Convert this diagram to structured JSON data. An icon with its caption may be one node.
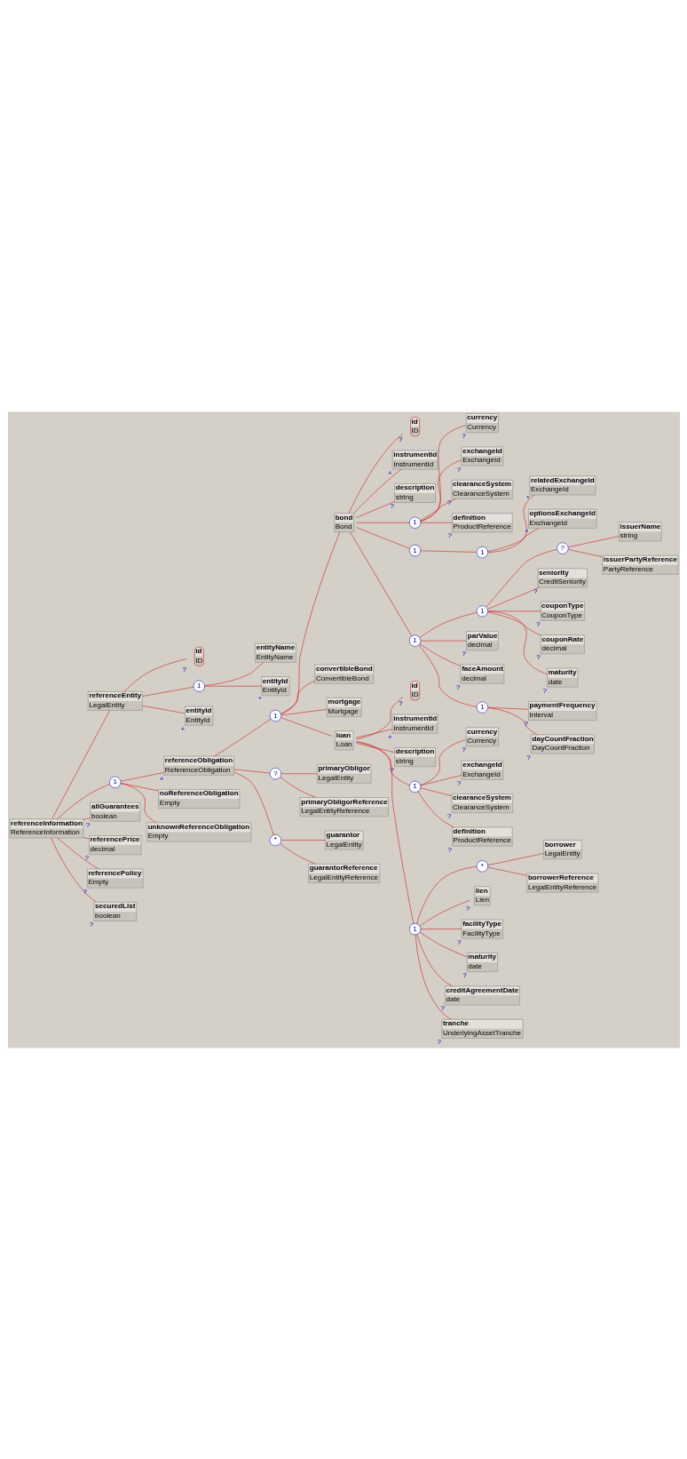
{
  "diagram": {
    "nodes": [
      {
        "text": [
          "referenceInformation",
          "ReferenceInformation"
        ]
      },
      {
        "text": [
          "referenceEntity",
          "LegalEntity"
        ]
      },
      {
        "text": [
          "id",
          "ID"
        ],
        "beside": [
          "?"
        ]
      },
      {
        "text": [
          "1"
        ]
      },
      {
        "text": [
          "entityName",
          "EntityName"
        ]
      },
      {
        "text": [
          "entityId",
          "EntityId"
        ],
        "beside": [
          "*"
        ]
      },
      {
        "text": [
          "entityId",
          "EntityId"
        ],
        "beside": [
          "+"
        ]
      },
      {
        "text": [
          "1"
        ]
      },
      {
        "text": [
          "referenceObligation",
          "ReferenceObligation"
        ],
        "beside": [
          "+"
        ]
      },
      {
        "text": [
          "1"
        ]
      },
      {
        "text": [
          "bond",
          "Bond"
        ]
      },
      {
        "text": [
          "id",
          "ID"
        ],
        "beside": [
          "?"
        ]
      },
      {
        "text": [
          "instrumentId",
          "InstrumentId"
        ],
        "beside": [
          "+"
        ]
      },
      {
        "text": [
          "description",
          "string"
        ],
        "beside": [
          "?"
        ]
      },
      {
        "text": [
          "1"
        ]
      },
      {
        "text": [
          "currency",
          "Currency"
        ],
        "beside": [
          "?"
        ]
      },
      {
        "text": [
          "exchangeId",
          "ExchangeId"
        ],
        "beside": [
          "?"
        ]
      },
      {
        "text": [
          "clearanceSystem",
          "ClearanceSystem"
        ],
        "beside": [
          "?"
        ]
      },
      {
        "text": [
          "definition",
          "ProductReference"
        ],
        "beside": [
          "?"
        ]
      },
      {
        "text": [
          "1"
        ]
      },
      {
        "text": [
          "1"
        ]
      },
      {
        "text": [
          "relatedExchangeId",
          "ExchangeId"
        ],
        "beside": [
          "*"
        ]
      },
      {
        "text": [
          "optionsExchangeId",
          "ExchangeId"
        ],
        "beside": [
          "*"
        ]
      },
      {
        "text": [
          "1"
        ]
      },
      {
        "text": [
          "1"
        ]
      },
      {
        "text": [
          "?"
        ]
      },
      {
        "text": [
          "issuerName",
          "string"
        ]
      },
      {
        "text": [
          "issuerPartyReference",
          "PartyReference"
        ]
      },
      {
        "text": [
          "seniority",
          "CreditSeniority"
        ],
        "beside": [
          "?"
        ]
      },
      {
        "text": [
          "couponType",
          "CouponType"
        ],
        "beside": [
          "?"
        ]
      },
      {
        "text": [
          "couponRate",
          "decimal"
        ],
        "beside": [
          "?"
        ]
      },
      {
        "text": [
          "maturity",
          "date"
        ],
        "beside": [
          "?"
        ]
      },
      {
        "text": [
          "parValue",
          "decimal"
        ],
        "beside": [
          "?"
        ]
      },
      {
        "text": [
          "faceAmount",
          "decimal"
        ],
        "beside": [
          "?"
        ]
      },
      {
        "text": [
          "1"
        ]
      },
      {
        "text": [
          "paymentFrequency",
          "Interval"
        ],
        "beside": [
          "?"
        ]
      },
      {
        "text": [
          "dayCountFraction",
          "DayCountFraction"
        ],
        "beside": [
          "?"
        ]
      },
      {
        "text": [
          "convertibleBond",
          "ConvertibleBond"
        ]
      },
      {
        "text": [
          "mortgage",
          "Mortgage"
        ]
      },
      {
        "text": [
          "loan",
          "Loan"
        ]
      },
      {
        "text": [
          "id",
          "ID"
        ],
        "beside": [
          "?"
        ]
      },
      {
        "text": [
          "instrumentId",
          "InstrumentId"
        ],
        "beside": [
          "+"
        ]
      },
      {
        "text": [
          "description",
          "string"
        ],
        "beside": [
          "?"
        ]
      },
      {
        "text": [
          "1"
        ]
      },
      {
        "text": [
          "currency",
          "Currency"
        ],
        "beside": [
          "?"
        ]
      },
      {
        "text": [
          "exchangeId",
          "ExchangeId"
        ],
        "beside": [
          "?"
        ]
      },
      {
        "text": [
          "clearanceSystem",
          "ClearanceSystem"
        ],
        "beside": [
          "?"
        ]
      },
      {
        "text": [
          "definition",
          "ProductReference"
        ],
        "beside": [
          "?"
        ]
      },
      {
        "text": [
          "1"
        ]
      },
      {
        "text": [
          "*"
        ]
      },
      {
        "text": [
          "borrower",
          "LegalEntity"
        ]
      },
      {
        "text": [
          "borrowerReference",
          "LegalEntityReference"
        ]
      },
      {
        "text": [
          "lien",
          "Lien"
        ],
        "beside": [
          "?"
        ]
      },
      {
        "text": [
          "facilityType",
          "FacilityType"
        ],
        "beside": [
          "?"
        ]
      },
      {
        "text": [
          "maturity",
          "date"
        ],
        "beside": [
          "?"
        ]
      },
      {
        "text": [
          "creditAgreementDate",
          "date"
        ],
        "beside": [
          "?"
        ]
      },
      {
        "text": [
          "tranche",
          "UnderlyingAssetTranche"
        ],
        "beside": [
          "?"
        ]
      },
      {
        "text": [
          "?"
        ]
      },
      {
        "text": [
          "primaryObligor",
          "LegalEntity"
        ]
      },
      {
        "text": [
          "primaryObligorReference",
          "LegalEntityReference"
        ]
      },
      {
        "text": [
          "*"
        ]
      },
      {
        "text": [
          "guarantor",
          "LegalEntity"
        ]
      },
      {
        "text": [
          "guarantorReference",
          "LegalEntityReference"
        ]
      },
      {
        "text": [
          "noReferenceObligation",
          "Empty"
        ]
      },
      {
        "text": [
          "unknownReferenceObligation",
          "Empty"
        ]
      },
      {
        "text": [
          "allGuarantees",
          "boolean"
        ],
        "beside": [
          "?"
        ]
      },
      {
        "text": [
          "referencePrice",
          "decimal"
        ],
        "beside": [
          "?"
        ]
      },
      {
        "text": [
          "referencePolicy",
          "Empty"
        ],
        "beside": [
          "?"
        ]
      },
      {
        "text": [
          "securedList",
          "boolean"
        ],
        "beside": [
          "?"
        ]
      }
    ],
    "edges": [
      {
        "from": 0,
        "to": 1,
        "arrow": "none"
      },
      {
        "from": 1,
        "to": 2,
        "arrow": "none"
      },
      {
        "from": 1,
        "to": 3,
        "arrow": "none"
      },
      {
        "from": 3,
        "to": 4,
        "arrow": "none"
      },
      {
        "from": 3,
        "to": 5,
        "arrow": "none"
      },
      {
        "from": 1,
        "to": 6,
        "arrow": "none"
      },
      {
        "from": 0,
        "to": 7,
        "arrow": "none"
      },
      {
        "from": 7,
        "to": 8,
        "arrow": "none"
      },
      {
        "from": 8,
        "to": 9,
        "arrow": "none"
      },
      {
        "from": 9,
        "to": 10,
        "arrow": "none"
      },
      {
        "from": 10,
        "to": 11,
        "arrow": "none"
      },
      {
        "from": 10,
        "to": 12,
        "arrow": "none"
      },
      {
        "from": 10,
        "to": 13,
        "arrow": "none"
      },
      {
        "from": 10,
        "to": 14,
        "arrow": "none"
      },
      {
        "from": 14,
        "to": 15,
        "arrow": "none"
      },
      {
        "from": 14,
        "to": 16,
        "arrow": "none"
      },
      {
        "from": 14,
        "to": 17,
        "arrow": "none"
      },
      {
        "from": 14,
        "to": 18,
        "arrow": "none"
      },
      {
        "from": 10,
        "to": 19,
        "arrow": "none"
      },
      {
        "from": 19,
        "to": 20,
        "arrow": "none"
      },
      {
        "from": 20,
        "to": 21,
        "arrow": "none"
      },
      {
        "from": 20,
        "to": 22,
        "arrow": "none"
      },
      {
        "from": 10,
        "to": 23,
        "arrow": "none"
      },
      {
        "from": 23,
        "to": 24,
        "arrow": "none"
      },
      {
        "from": 24,
        "to": 25,
        "arrow": "none"
      },
      {
        "from": 25,
        "to": 26,
        "arrow": "none"
      },
      {
        "from": 25,
        "to": 27,
        "arrow": "none"
      },
      {
        "from": 24,
        "to": 28,
        "arrow": "none"
      },
      {
        "from": 24,
        "to": 29,
        "arrow": "none"
      },
      {
        "from": 24,
        "to": 30,
        "arrow": "none"
      },
      {
        "from": 24,
        "to": 31,
        "arrow": "none"
      },
      {
        "from": 23,
        "to": 32,
        "arrow": "none"
      },
      {
        "from": 23,
        "to": 33,
        "arrow": "none"
      },
      {
        "from": 23,
        "to": 34,
        "arrow": "none"
      },
      {
        "from": 34,
        "to": 35,
        "arrow": "none"
      },
      {
        "from": 34,
        "to": 36,
        "arrow": "none"
      },
      {
        "from": 9,
        "to": 37,
        "arrow": "none"
      },
      {
        "from": 9,
        "to": 38,
        "arrow": "none"
      },
      {
        "from": 9,
        "to": 39,
        "arrow": "none"
      },
      {
        "from": 39,
        "to": 40,
        "arrow": "none"
      },
      {
        "from": 39,
        "to": 41,
        "arrow": "none"
      },
      {
        "from": 39,
        "to": 42,
        "arrow": "none"
      },
      {
        "from": 39,
        "to": 43,
        "arrow": "none"
      },
      {
        "from": 43,
        "to": 44,
        "arrow": "none"
      },
      {
        "from": 43,
        "to": 45,
        "arrow": "none"
      },
      {
        "from": 43,
        "to": 46,
        "arrow": "none"
      },
      {
        "from": 43,
        "to": 47,
        "arrow": "none"
      },
      {
        "from": 39,
        "to": 48,
        "arrow": "none"
      },
      {
        "from": 48,
        "to": 49,
        "arrow": "none"
      },
      {
        "from": 49,
        "to": 50,
        "arrow": "none"
      },
      {
        "from": 49,
        "to": 51,
        "arrow": "none"
      },
      {
        "from": 48,
        "to": 52,
        "arrow": "none"
      },
      {
        "from": 48,
        "to": 53,
        "arrow": "none"
      },
      {
        "from": 48,
        "to": 54,
        "arrow": "none"
      },
      {
        "from": 48,
        "to": 55,
        "arrow": "none"
      },
      {
        "from": 48,
        "to": 56,
        "arrow": "none"
      },
      {
        "from": 8,
        "to": 57,
        "arrow": "none"
      },
      {
        "from": 57,
        "to": 58,
        "arrow": "none"
      },
      {
        "from": 57,
        "to": 59,
        "arrow": "none"
      },
      {
        "from": 8,
        "to": 60,
        "arrow": "none"
      },
      {
        "from": 60,
        "to": 61,
        "arrow": "none"
      },
      {
        "from": 60,
        "to": 62,
        "arrow": "none"
      },
      {
        "from": 7,
        "to": 63,
        "arrow": "none"
      },
      {
        "from": 7,
        "to": 64,
        "arrow": "none"
      },
      {
        "from": 0,
        "to": 65,
        "arrow": "none"
      },
      {
        "from": 0,
        "to": 66,
        "arrow": "none"
      },
      {
        "from": 0,
        "to": 67,
        "arrow": "none"
      },
      {
        "from": 0,
        "to": 68,
        "arrow": "none"
      }
    ]
  }
}
